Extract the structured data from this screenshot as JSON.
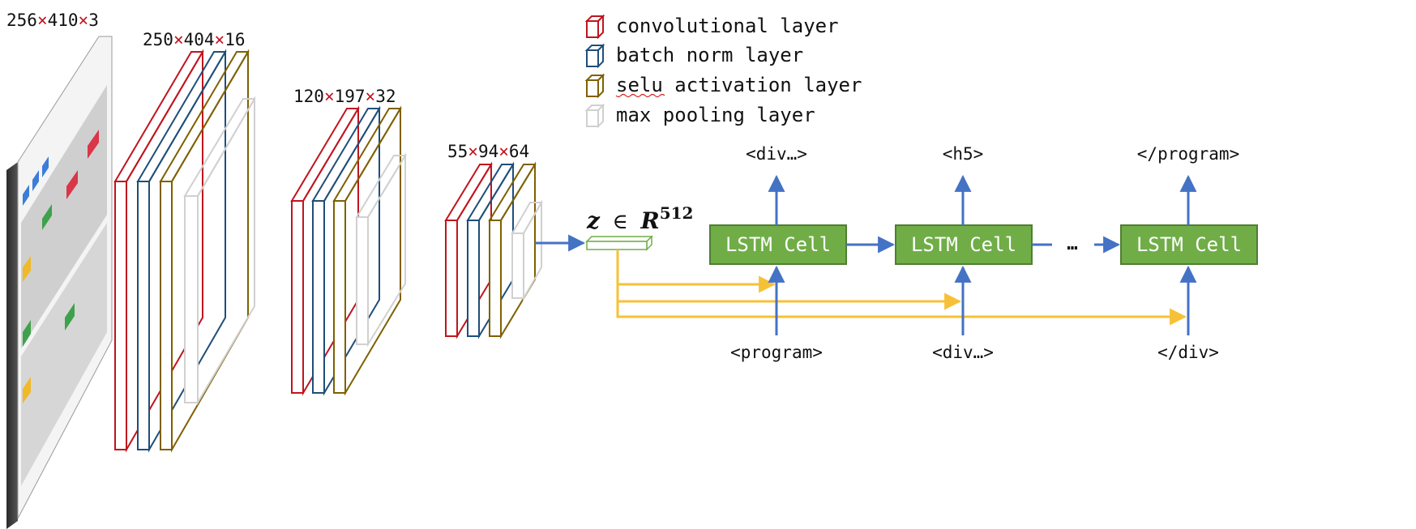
{
  "input": {
    "dims": [
      "256",
      "410",
      "3"
    ]
  },
  "conv_blocks": [
    {
      "dims": [
        "250",
        "404",
        "16"
      ]
    },
    {
      "dims": [
        "120",
        "197",
        "32"
      ]
    },
    {
      "dims": [
        "55",
        "94",
        "64"
      ]
    }
  ],
  "legend": {
    "items": [
      {
        "label": "convolutional layer",
        "color": "#c0141e"
      },
      {
        "label": "batch norm layer",
        "color": "#1f4e79"
      },
      {
        "label": "selu activation layer",
        "color": "#7f6000"
      },
      {
        "label": "max pooling layer",
        "color": "#d0d0d0"
      }
    ]
  },
  "latent": {
    "symbol": "z",
    "in": "∈",
    "space": "R",
    "exp": "512"
  },
  "lstm": {
    "cell_label": "LSTM Cell",
    "ellipsis": "…",
    "outputs": [
      "<div…>",
      "<h5>",
      "</program>"
    ],
    "inputs": [
      "<program>",
      "<div…>",
      "</div>"
    ]
  },
  "colors": {
    "conv": "#c0141e",
    "bn": "#1f4e79",
    "selu": "#7f6000",
    "pool": "#d0d0d0",
    "times": "#c0141e",
    "arrow_blue": "#4472c4",
    "arrow_yellow": "#f7c137",
    "cell_fill": "#70ad47",
    "cell_stroke": "#507e32",
    "latent_stroke": "#70ad47"
  }
}
